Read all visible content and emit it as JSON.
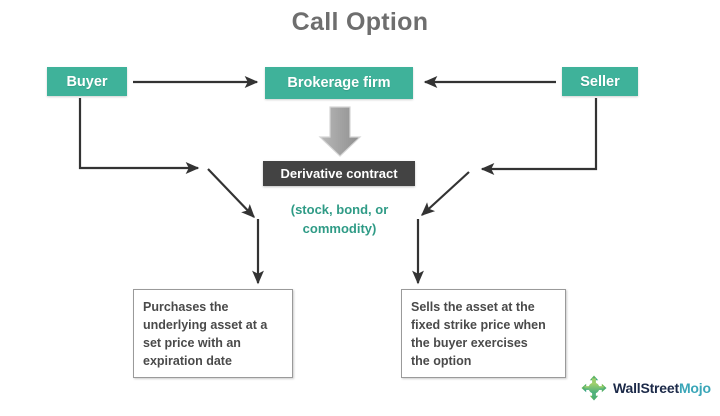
{
  "diagram": {
    "title": "Call Option",
    "nodes": {
      "buyer": {
        "label": "Buyer",
        "color": "#3fb29a"
      },
      "brokerage": {
        "label": "Brokerage firm",
        "color": "#3fb29a"
      },
      "seller": {
        "label": "Seller",
        "color": "#3fb29a"
      },
      "derivative": {
        "label": "Derivative contract",
        "color": "#434343"
      },
      "underlying_caption": {
        "label": "(stock, bond, or\ncommodity)",
        "color": "#2f9b86"
      },
      "buyer_outcome": {
        "label": "Purchases the\nunderlying asset at a\nset price with an\nexpiration date"
      },
      "seller_outcome": {
        "label": "Sells the asset at the\nfixed strike price when\nthe buyer exercises\nthe option"
      }
    },
    "connectors": [
      {
        "name": "buyer-to-brokerage",
        "from": "buyer",
        "to": "brokerage",
        "style": "single-arrow-right"
      },
      {
        "name": "seller-to-brokerage",
        "from": "seller",
        "to": "brokerage",
        "style": "single-arrow-left"
      },
      {
        "name": "brokerage-to-derivative",
        "from": "brokerage",
        "to": "derivative",
        "style": "block-arrow-down",
        "color": "#9b9b9b"
      },
      {
        "name": "buyer-to-outcome",
        "from": "buyer",
        "to": "buyer_outcome",
        "style": "elbow-arrow-down"
      },
      {
        "name": "seller-to-outcome",
        "from": "seller",
        "to": "seller_outcome",
        "style": "elbow-arrow-down"
      }
    ]
  },
  "branding": {
    "logo_icon": "four-way-arrow-icon",
    "name_primary": "WallStreet",
    "name_secondary": "Mojo",
    "color_primary": "#1c2a49",
    "color_secondary": "#3aa6b8"
  }
}
